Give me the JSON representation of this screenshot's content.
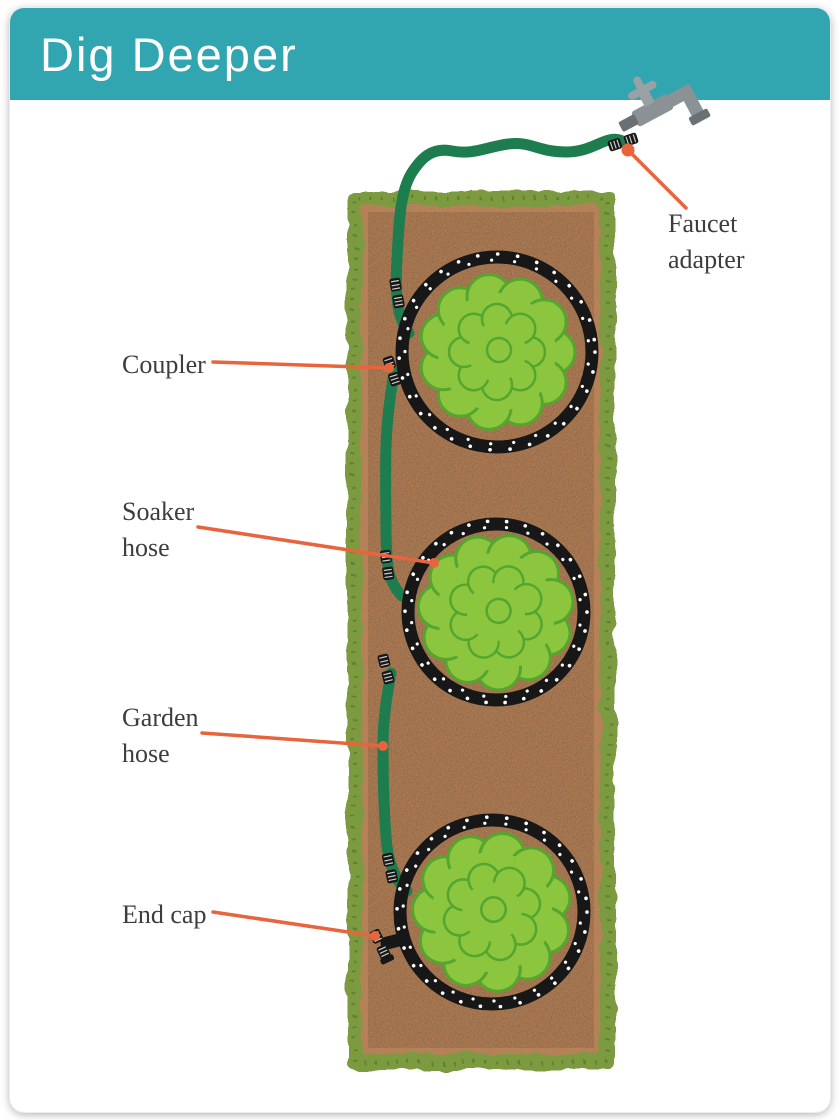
{
  "title": "Dig Deeper",
  "colors": {
    "header": "#31a5b0",
    "bed": "#b48159",
    "grass": "#7c9b3f",
    "grass_dark": "#5b7a2c",
    "plant_fill": "#8cc63e",
    "plant_outline": "#55a62f",
    "hose_green": "#1d7d4f",
    "soaker_black": "#171717",
    "leader_orange": "#e8643c",
    "label_text": "#3d3d3d",
    "faucet_gray": "#8b9296",
    "faucet_gray_light": "#9aa1a5",
    "faucet_gray_dark": "#6a7174"
  },
  "labels": {
    "faucet_adapter": {
      "text": "Faucet adapter"
    },
    "coupler": {
      "text": "Coupler"
    },
    "soaker_hose": {
      "text": "Soaker hose"
    },
    "garden_hose": {
      "text": "Garden hose"
    },
    "end_cap": {
      "text": "End cap"
    }
  },
  "diagram_parts": [
    "faucet",
    "faucet-adapter",
    "garden-hose",
    "coupler",
    "soaker-hose-rings",
    "end-cap",
    "garden-bed",
    "plants"
  ]
}
